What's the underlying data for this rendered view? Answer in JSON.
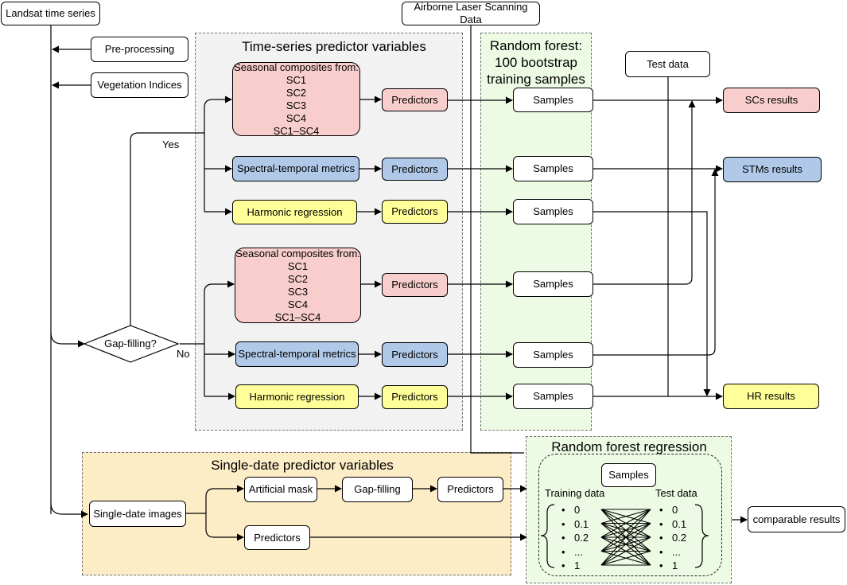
{
  "regions": {
    "ts_title": "Time-series predictor variables",
    "rf_title": "Random forest:\n100 bootstrap\ntraining samples",
    "sd_title": "Single-date predictor variables",
    "rfr_title": "Random forest regression"
  },
  "top": {
    "landsat": "Landsat time series",
    "preproc": "Pre-processing",
    "vi": "Vegetation Indices",
    "als": "Airborne Laser Scanning Data",
    "test": "Test data"
  },
  "decision": {
    "gap": "Gap-filling?",
    "yes": "Yes",
    "no": "No"
  },
  "branch_yes": {
    "sc": "Seasonal composites from:\nSC1\nSC2\nSC3\nSC4\nSC1–SC4",
    "stm": "Spectral-temporal metrics",
    "hr": "Harmonic regression"
  },
  "branch_no": {
    "sc": "Seasonal composites from:\nSC1\nSC2\nSC3\nSC4\nSC1–SC4",
    "stm": "Spectral-temporal metrics",
    "hr": "Harmonic regression"
  },
  "common": {
    "predictors": "Predictors",
    "samples": "Samples"
  },
  "results": {
    "sc": "SCs results",
    "stm": "STMs results",
    "hr": "HR results",
    "comparable": "comparable results"
  },
  "single_date": {
    "images": "Single-date images",
    "mask": "Artificial mask",
    "gapfill": "Gap-filling",
    "predictors": "Predictors",
    "predictors2": "Predictors"
  },
  "rfr": {
    "samples": "Samples",
    "training": "Training data",
    "test": "Test data",
    "training_values": [
      "0",
      "0.1",
      "0.2",
      "...",
      "1"
    ],
    "test_values": [
      "0",
      "0.1",
      "0.2",
      "...",
      "1"
    ]
  },
  "colors": {
    "pink": "#f8cecc",
    "blue": "#b1c9e8",
    "yellow": "#ffff99",
    "grey_panel": "#f2f2f2",
    "green_panel": "#eefbe4",
    "orange_panel": "#fdedc6"
  }
}
